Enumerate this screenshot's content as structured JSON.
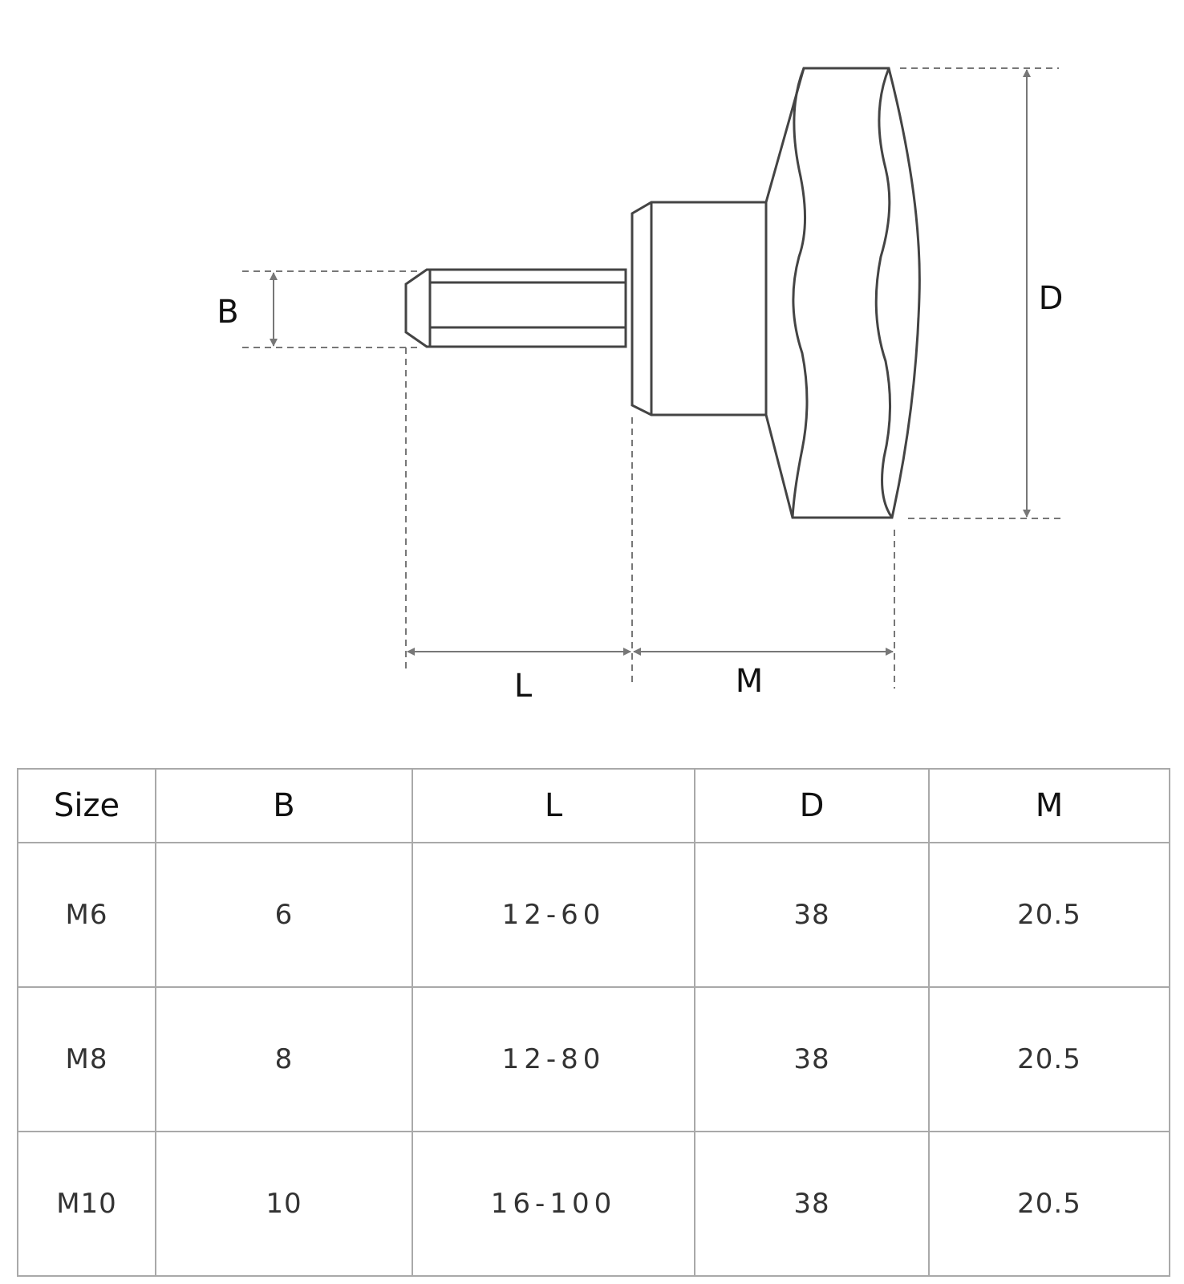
{
  "diagram": {
    "labels": {
      "B": "B",
      "L": "L",
      "D": "D",
      "M": "M"
    }
  },
  "table": {
    "headers": [
      "Size",
      "B",
      "L",
      "D",
      "M"
    ],
    "rows": [
      [
        "M6",
        "6",
        "12-60",
        "38",
        "20.5"
      ],
      [
        "M8",
        "8",
        "12-80",
        "38",
        "20.5"
      ],
      [
        "M10",
        "10",
        "16-100",
        "38",
        "20.5"
      ]
    ]
  }
}
